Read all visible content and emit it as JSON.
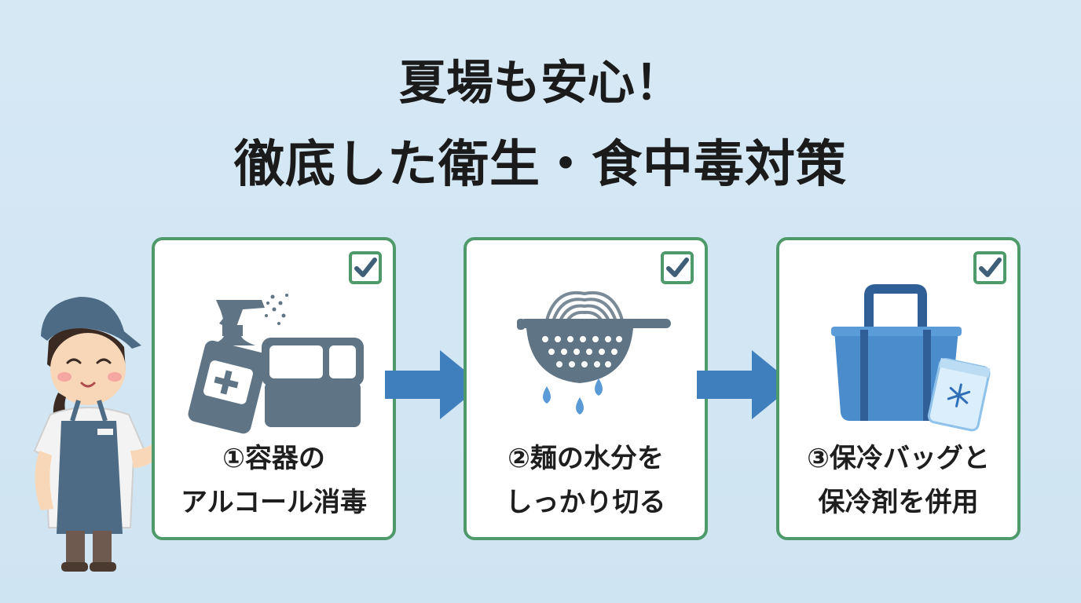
{
  "title": {
    "line1": "夏場も安心！",
    "line2": "徹底した衛生・食中毒対策"
  },
  "steps": [
    {
      "line1": "①容器の",
      "line2": "アルコール消毒",
      "icon": "spray-bottle-and-lunchbox-icon",
      "checked": true
    },
    {
      "line1": "②麺の水分を",
      "line2": "しっかり切る",
      "icon": "colander-with-noodles-icon",
      "checked": true
    },
    {
      "line1": "③保冷バッグと",
      "line2": "保冷剤を併用",
      "icon": "cooler-bag-and-ice-pack-icon",
      "checked": true
    }
  ],
  "colors": {
    "background": "#d3e6f3",
    "card_border": "#4e9a6a",
    "check_mark": "#3f5f78",
    "arrow": "#3f7fbe",
    "icon_gray": "#5f7485",
    "bag_blue": "#4a8ccc"
  }
}
